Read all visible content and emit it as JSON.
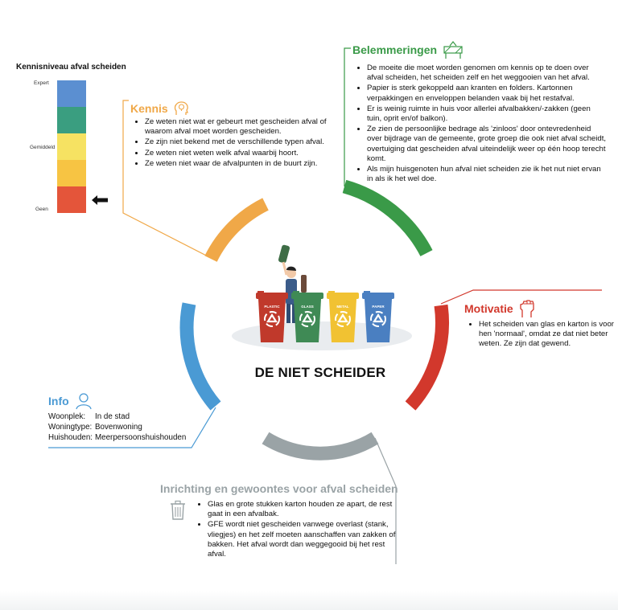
{
  "colors": {
    "kennis": "#f0a848",
    "belemmeringen": "#3a9a48",
    "motivatie": "#d2382c",
    "info": "#4a9ad4",
    "inrichting": "#9aa3a6"
  },
  "level": {
    "title": "Kennisniveau afval scheiden",
    "labels": {
      "top": "Expert",
      "middle": "Gemiddeld",
      "bottom": "Geen"
    },
    "bands": [
      "#5b8fd1",
      "#3a9e80",
      "#f6e262",
      "#f7c443",
      "#e4553a"
    ],
    "indicator_band": 4,
    "indicator_icon": "arrow-left-icon"
  },
  "kennis": {
    "title": "Kennis",
    "icon": "head-lightbulb-icon",
    "items": [
      "Ze weten niet wat er gebeurt met gescheiden afval of waarom afval moet worden gescheiden.",
      "Ze zijn niet bekend met de verschillende typen afval.",
      "Ze weten niet weten welk afval waarbij hoort.",
      "Ze weten niet waar de afvalpunten in de buurt zijn."
    ]
  },
  "belemmeringen": {
    "title": "Belemmeringen",
    "icon": "hurdle-icon",
    "items": [
      "De moeite die moet worden genomen om kennis op te doen over afval scheiden, het scheiden zelf en het weggooien van het afval.",
      "Papier is sterk gekoppeld aan kranten en folders. Kartonnen verpakkingen en enveloppen belanden vaak bij het restafval.",
      "Er is weinig ruimte in huis voor allerlei afvalbakken/-zakken (geen tuin, oprit en/of balkon).",
      "Ze zien de persoonlijke bedrage als 'zinloos' door ontevredenheid over bijdrage van de gemeente, grote groep die ook niet afval scheidt, overtuiging dat gescheiden afval uiteindelijk weer op één hoop terecht komt.",
      "Als mijn huisgenoten hun afval niet scheiden zie ik het nut niet ervan in als ik het wel doe."
    ]
  },
  "motivatie": {
    "title": "Motivatie",
    "icon": "raised-fist-icon",
    "items": [
      "Het scheiden van glas en karton is voor hen 'normaal', omdat ze dat niet beter weten. Ze zijn dat gewend."
    ]
  },
  "info": {
    "title": "Info",
    "icon": "person-icon",
    "rows": [
      {
        "key": "Woonplek:",
        "value": "In de stad"
      },
      {
        "key": "Woningtype:",
        "value": "Bovenwoning"
      },
      {
        "key": "Huishouden:",
        "value": "Meerpersoonshuishouden"
      }
    ]
  },
  "inrichting": {
    "title": "Inrichting en gewoontes voor afval scheiden",
    "icon": "trash-can-icon",
    "items": [
      "Glas en grote stukken karton houden ze apart, de rest gaat in een afvalbak.",
      "GFE wordt niet gescheiden vanwege overlast (stank, vliegjes) en het zelf moeten aanschaffen van zakken of bakken. Het afval wordt dan weggegooid bij het rest afval."
    ]
  },
  "center": {
    "title": "DE NIET SCHEIDER",
    "illustration": "person-with-recycling-bins",
    "bins": [
      {
        "label": "PLASTIC",
        "color": "#c0392b"
      },
      {
        "label": "GLASS",
        "color": "#3f8a55"
      },
      {
        "label": "METAL",
        "color": "#f1c232"
      },
      {
        "label": "PAPER",
        "color": "#4a7fc1"
      }
    ]
  }
}
